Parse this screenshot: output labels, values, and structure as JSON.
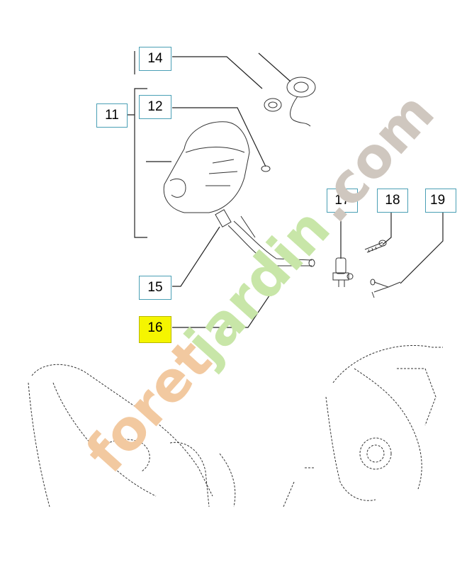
{
  "diagram": {
    "callouts": [
      {
        "id": "c14",
        "label": "14",
        "highlighted": false
      },
      {
        "id": "c11",
        "label": "11",
        "highlighted": false
      },
      {
        "id": "c12",
        "label": "12",
        "highlighted": false
      },
      {
        "id": "c15",
        "label": "15",
        "highlighted": false
      },
      {
        "id": "c16",
        "label": "16",
        "highlighted": true
      },
      {
        "id": "c17",
        "label": "17",
        "highlighted": false
      },
      {
        "id": "c18",
        "label": "18",
        "highlighted": false
      },
      {
        "id": "c19",
        "label": "19",
        "highlighted": false
      }
    ],
    "line_color": "#222222",
    "callout_border_color": "#4a9fb5",
    "highlight_color": "#f5f500"
  },
  "watermark": {
    "part1": "foret",
    "part2": "jardin",
    "part3": ".com",
    "color_orange": "#f2c9a0",
    "color_green": "#c8e6a8",
    "color_gray": "#cfc7bf"
  }
}
